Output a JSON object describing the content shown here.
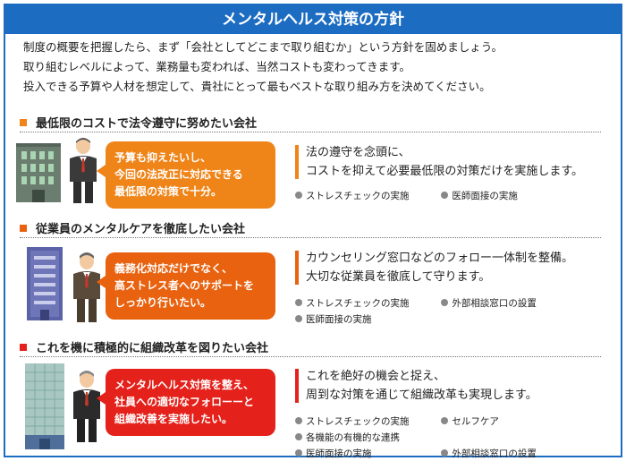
{
  "title": "メンタルヘルス対策の方針",
  "intro": [
    "制度の概要を把握したら、まず「会社としてどこまで取り組むか」という方針を固めましょう。",
    "取り組むレベルによって、業務量も変われば、当然コストも変わってきます。",
    "投入できる予算や人材を想定して、貴社にとって最もベストな取り組み方を決めてください。"
  ],
  "colors": {
    "brand_blue": "#1c6cc2",
    "orange": "#ef8418",
    "dark_orange": "#e8620f",
    "red": "#e4211b"
  },
  "sections": [
    {
      "heading": "最低限のコストで法令遵守に努めたい会社",
      "bubble": [
        "予算も抑えたいし、",
        "今回の法改正に対応できる",
        "最低限の対策で十分。"
      ],
      "desc": [
        "法の遵守を念頭に、",
        "コストを抑えて必要最低限の対策だけを実施します。"
      ],
      "items": [
        [
          "ストレスチェックの実施",
          "医師面接の実施"
        ]
      ]
    },
    {
      "heading": "従業員のメンタルケアを徹底したい会社",
      "bubble": [
        "義務化対応だけでなく、",
        "高ストレス者へのサポートを",
        "しっかり行いたい。"
      ],
      "desc": [
        "カウンセリング窓口などのフォロー一体制を整備。",
        "大切な従業員を徹底して守ります。"
      ],
      "items": [
        [
          "ストレスチェックの実施",
          "外部相談窓口の設置"
        ],
        [
          "医師面接の実施"
        ]
      ]
    },
    {
      "heading": "これを機に積極的に組織改革を図りたい会社",
      "bubble": [
        "メンタルヘルス対策を整え、",
        "社員への適切なフォローーと",
        "組織改善を実施したい。"
      ],
      "desc": [
        "これを絶好の機会と捉え、",
        "周到な対策を通じて組織改革も実現します。"
      ],
      "items": [
        [
          "ストレスチェックの実施",
          "セルフケア",
          "各機能の有機的な連携"
        ],
        [
          "医師面接の実施",
          "外部相談窓口の設置"
        ]
      ]
    }
  ]
}
